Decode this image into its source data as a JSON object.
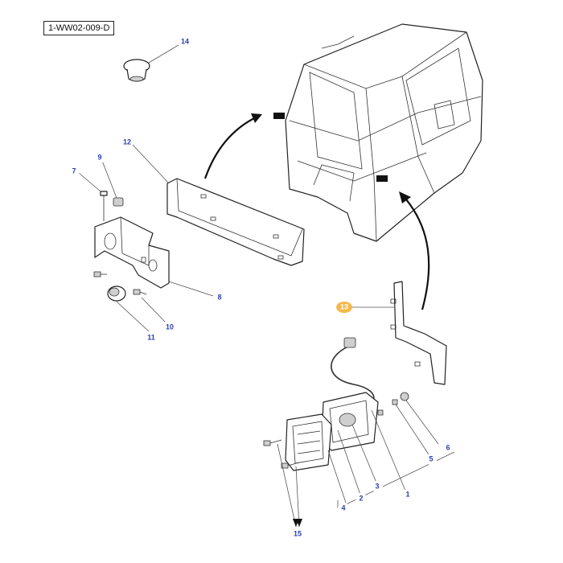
{
  "reference_code": "1-WW02-009-D",
  "callouts": {
    "c1": "1",
    "c2": "2",
    "c3": "3",
    "c4": "4",
    "c5": "5",
    "c6": "6",
    "c7": "7",
    "c8": "8",
    "c9": "9",
    "c10": "10",
    "c11": "11",
    "c12": "12",
    "c13": "13",
    "c14": "14",
    "c15": "15"
  },
  "colors": {
    "callout_text": "#2b3fb0",
    "highlight": "#f5b94a"
  }
}
